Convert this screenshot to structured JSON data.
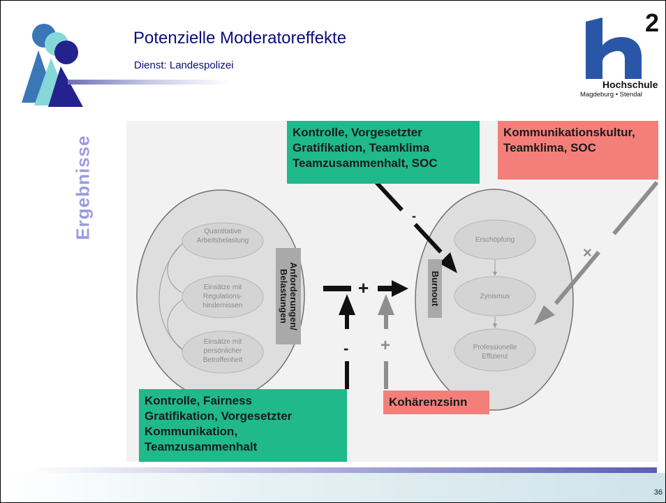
{
  "header": {
    "title": "Potenzielle Moderatoreffekte",
    "subtitle": "Dienst: Landespolizei"
  },
  "side_label": "Ergebnisse",
  "logo": {
    "superscript": "2",
    "line1": "Hochschule",
    "line2": "Magdeburg • Stendal"
  },
  "diagram": {
    "left_oval": {
      "items": [
        "Quantitative\nArbeitsbelastung",
        "Einsätze mit\nRegulations-\nhindernissen",
        "Einsätze mit\npersönlicher\nBetroffenheit"
      ],
      "label": "Anforderungen/\nBelastungen"
    },
    "right_oval": {
      "items": [
        "Erschöpfung",
        "Zynismus",
        "Professionelle\nEffizienz"
      ],
      "label": "Burnout"
    },
    "moderators": {
      "top_green": "Kontrolle, Vorgesetzter\nGratifikation, Teamklima\nTeamzusammenhalt, SOC",
      "top_red": "Kommunikationskultur,\nTeamklima, SOC",
      "bottom_green": "Kontrolle, Fairness\nGratifikation, Vorgesetzter\nKommunikation,\nTeamzusammenhalt",
      "bottom_red": "Kohärenzsinn"
    },
    "signs": {
      "main_arrow": "+",
      "bottom_left": "-",
      "bottom_right": "+",
      "top_left": "-",
      "top_right": "×"
    }
  },
  "colors": {
    "green": "#1fb98a",
    "red": "#f47f7a",
    "title": "#0c0c7a",
    "accent_label": "#9d9bde"
  },
  "page_number": "36"
}
